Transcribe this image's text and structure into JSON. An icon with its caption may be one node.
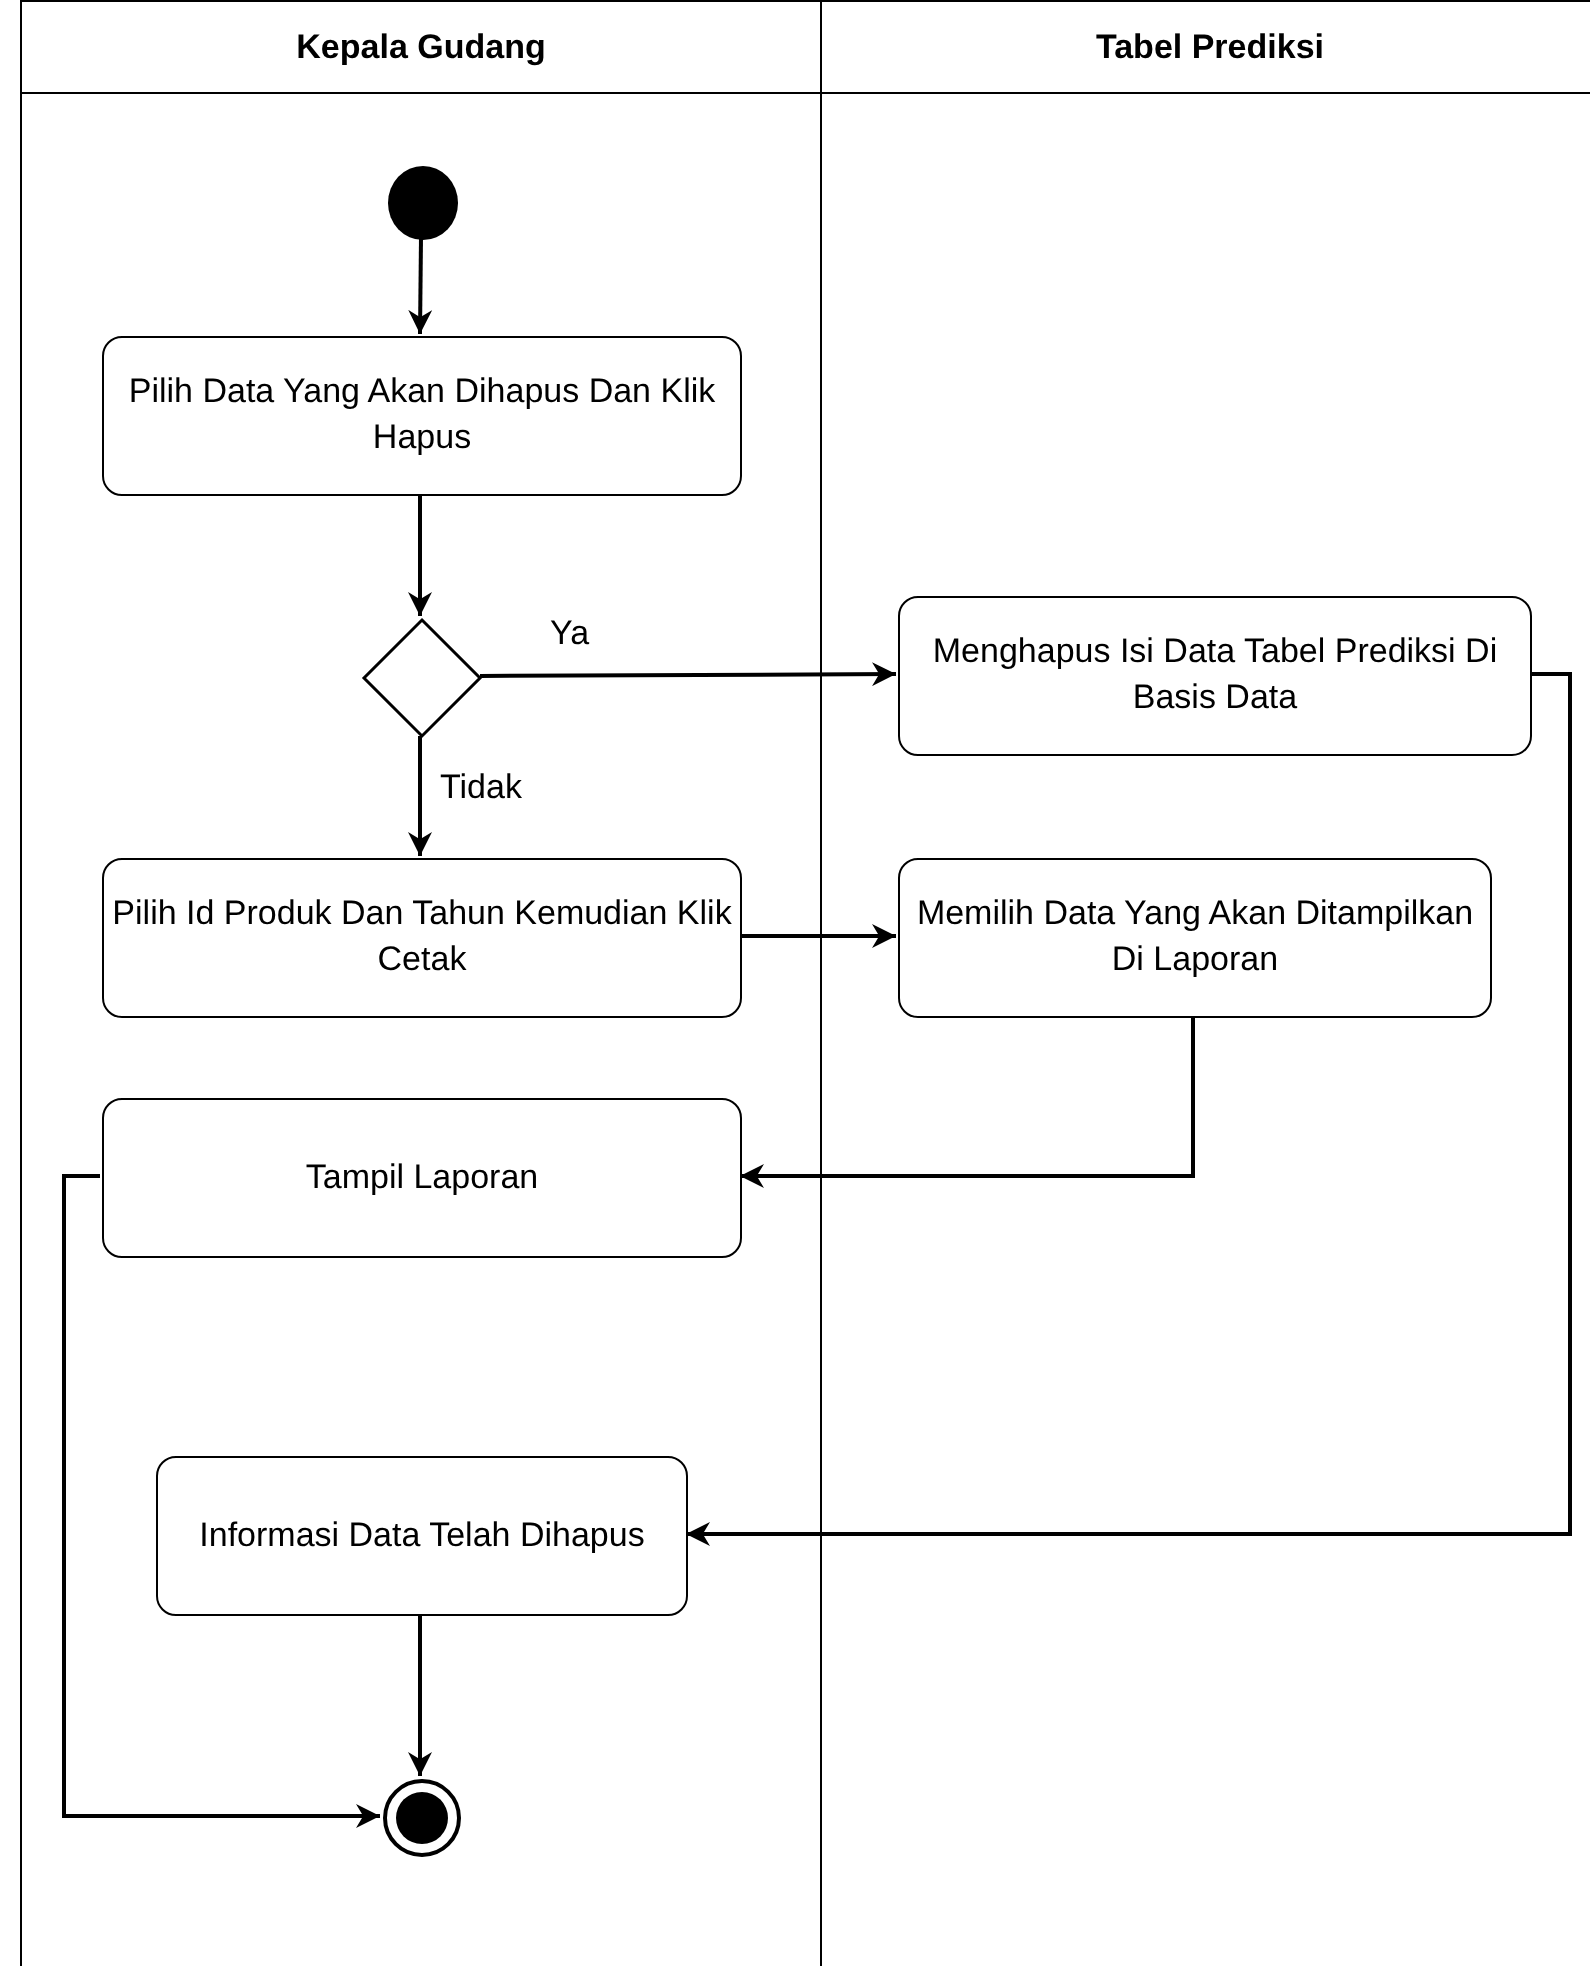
{
  "diagram": {
    "nodes": [
      {
        "text": [
          "Kepala Gudang"
        ]
      },
      {
        "text": [
          "Tabel Prediksi"
        ]
      },
      {
        "text": [],
        "shape": "circle",
        "in": 0
      },
      {
        "text": [
          "Pilih Data Yang Akan Dihapus Dan Klik Hapus"
        ],
        "in": 0
      },
      {
        "text": [],
        "shape": "diamond",
        "in": 0
      },
      {
        "text": [
          "Menghapus Isi Data Tabel Prediksi Di Basis Data"
        ],
        "in": 1
      },
      {
        "text": [
          "Pilih Id Produk Dan Tahun Kemudian Klik Cetak"
        ],
        "in": 0
      },
      {
        "text": [
          "Memilih Data Yang Akan Ditampilkan Di Laporan"
        ],
        "in": 1
      },
      {
        "text": [
          "Tampil Laporan"
        ],
        "in": 0
      },
      {
        "text": [
          "Informasi Data Telah Dihapus"
        ],
        "in": 0
      },
      {
        "text": [],
        "shape": "circle",
        "in": 0
      }
    ],
    "edges": [
      {
        "from": 2,
        "to": 3,
        "arrow": "to"
      },
      {
        "from": 3,
        "to": 4,
        "arrow": "to"
      },
      {
        "from": 4,
        "to": 5,
        "arrow": "to",
        "label": "Ya"
      },
      {
        "from": 4,
        "to": 6,
        "arrow": "to",
        "label": "Tidak"
      },
      {
        "from": 6,
        "to": 7,
        "arrow": "to"
      },
      {
        "from": 7,
        "to": 8,
        "arrow": "to"
      },
      {
        "from": 5,
        "to": 9,
        "arrow": "to"
      },
      {
        "from": 8,
        "to": 10,
        "arrow": "to"
      },
      {
        "from": 9,
        "to": 10,
        "arrow": "to"
      }
    ]
  }
}
